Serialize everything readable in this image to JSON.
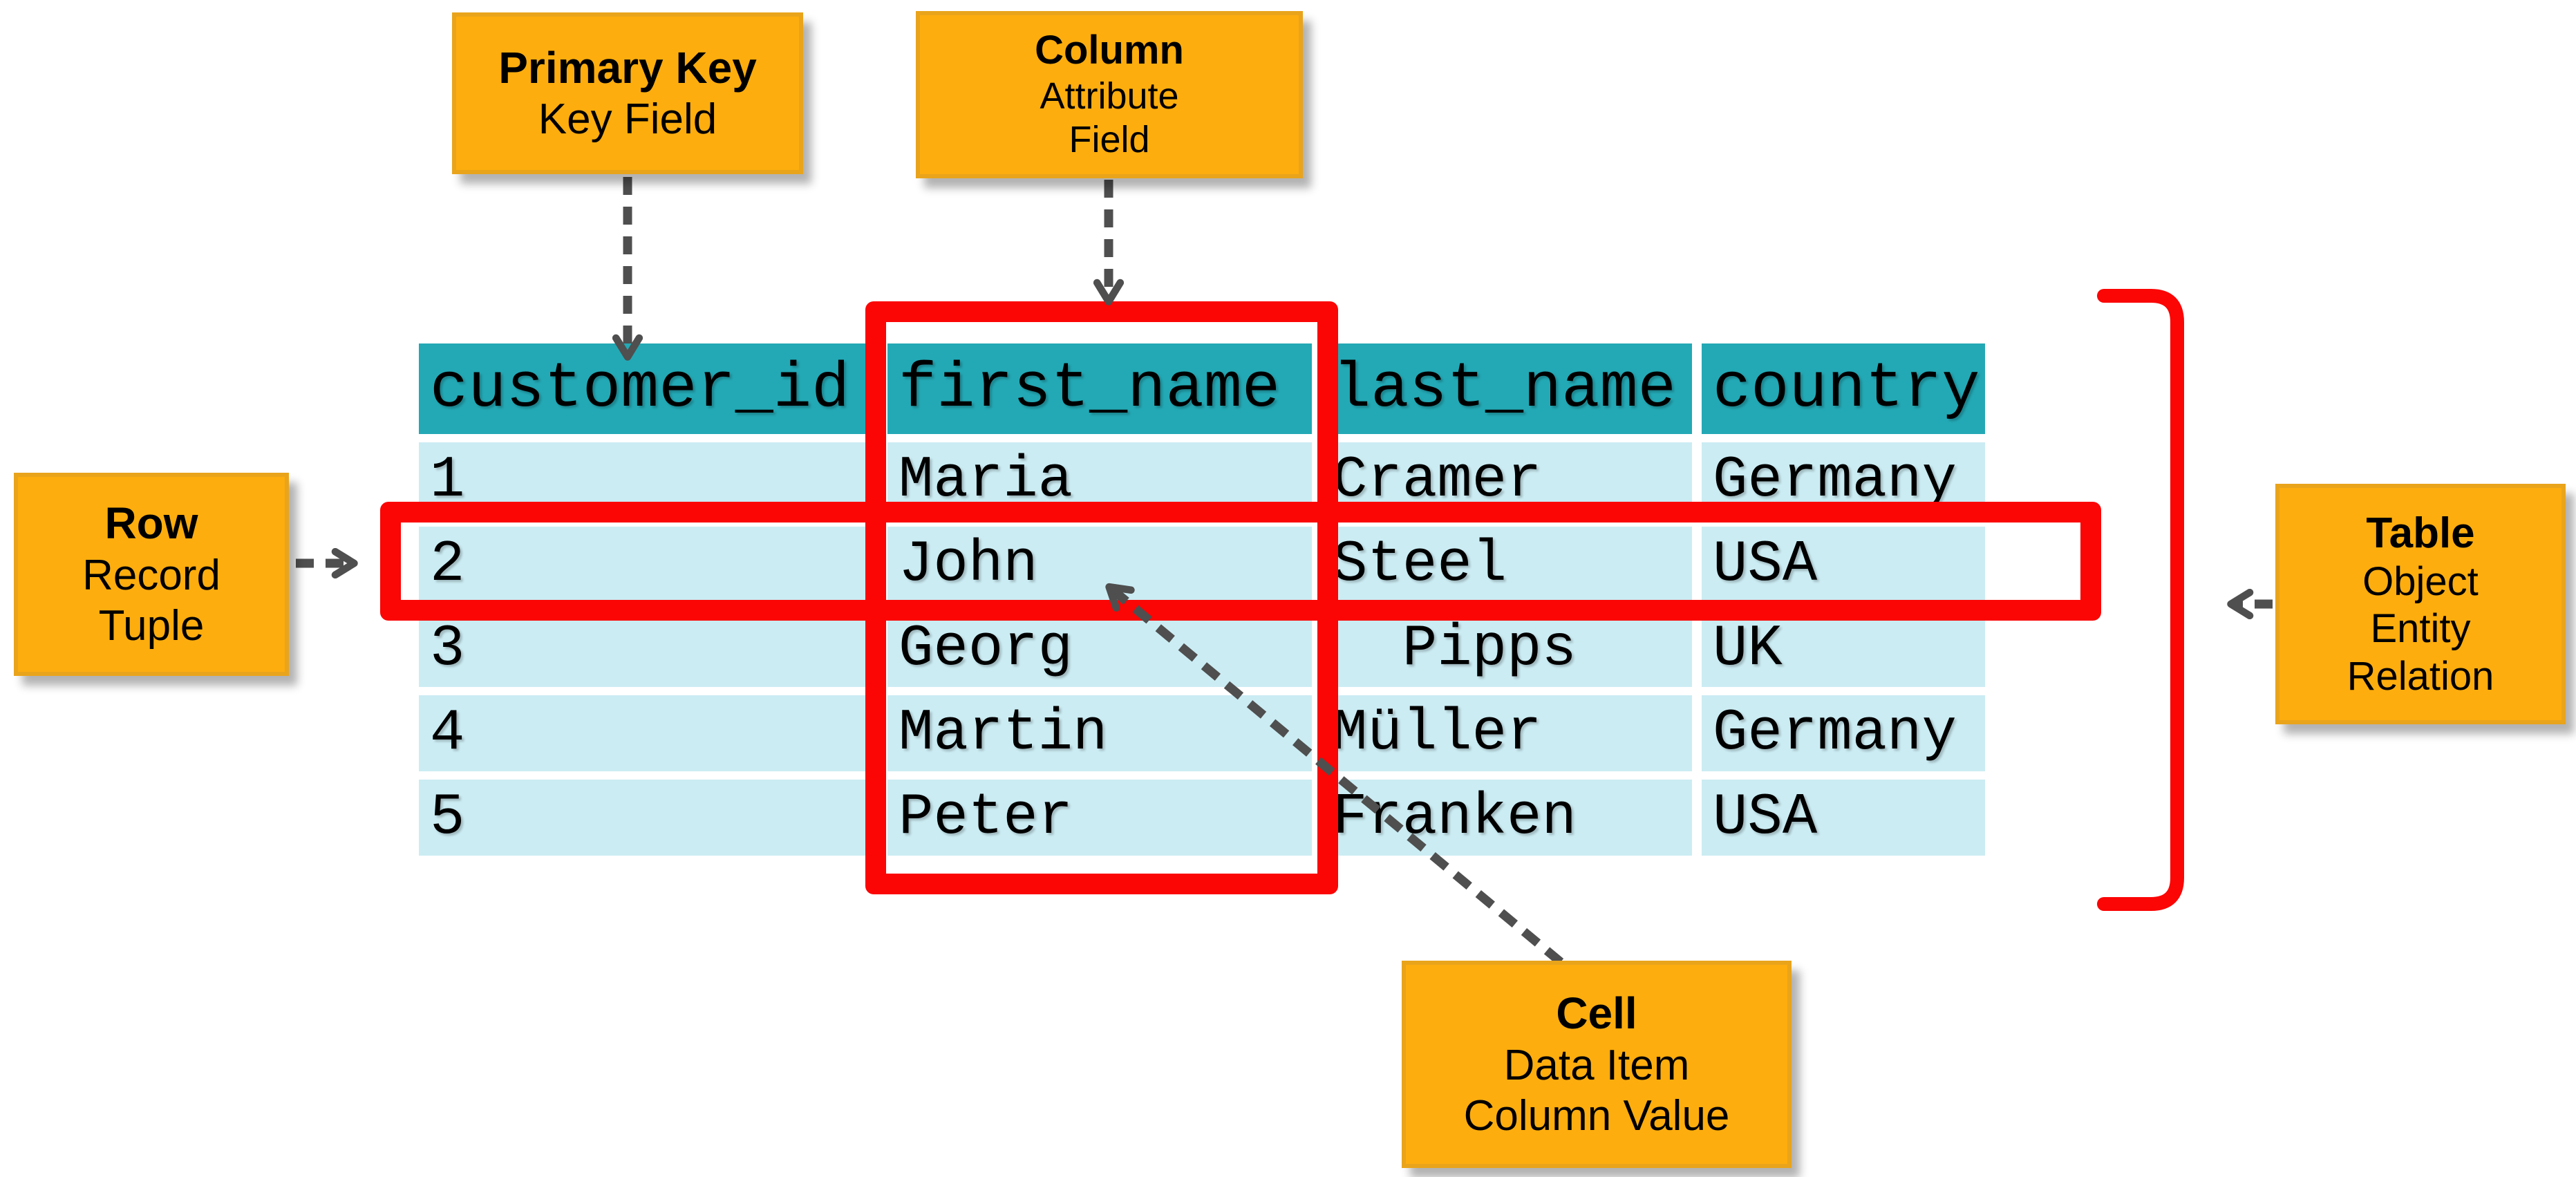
{
  "table": {
    "columns": [
      "customer_id",
      "first_name",
      "last_name",
      "country"
    ],
    "rows": [
      [
        "1",
        "Maria",
        "Cramer",
        "Germany"
      ],
      [
        "2",
        "John",
        "Steel",
        "USA"
      ],
      [
        "3",
        "Georg",
        "  Pipps",
        "UK"
      ],
      [
        "4",
        "Martin",
        "Müller",
        "Germany"
      ],
      [
        "5",
        "Peter",
        "Franken",
        "USA"
      ]
    ]
  },
  "callouts": {
    "primary_key": {
      "title": "Primary Key",
      "lines": [
        "Key Field"
      ]
    },
    "column": {
      "title": "Column",
      "lines": [
        "Attribute",
        "Field"
      ]
    },
    "row": {
      "title": "Row",
      "lines": [
        "Record",
        "Tuple"
      ]
    },
    "table": {
      "title": "Table",
      "lines": [
        "Object",
        "Entity",
        "Relation"
      ]
    },
    "cell": {
      "title": "Cell",
      "lines": [
        "Data Item",
        "Column Value"
      ]
    }
  },
  "colors": {
    "header_bg": "#23a9b5",
    "row_bg": "#cbecf3",
    "callout_bg": "#fdad0e",
    "callout_border": "#e9a41b",
    "highlight_red": "#fb0505",
    "arrow_gray": "#4f4f4f",
    "text_black": "#000000"
  }
}
